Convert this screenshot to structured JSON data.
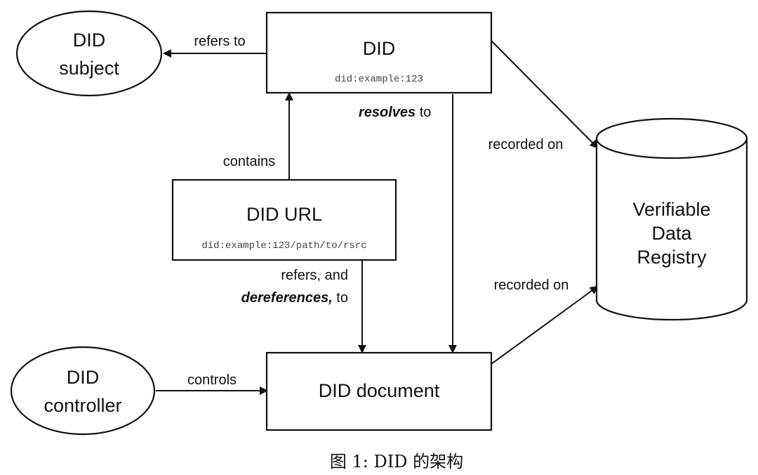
{
  "nodes": {
    "did_subject": {
      "line1": "DID",
      "line2": "subject"
    },
    "did": {
      "title": "DID",
      "example": "did:example:123"
    },
    "did_url": {
      "title": "DID URL",
      "example": "did:example:123/path/to/rsrc"
    },
    "did_document": {
      "title": "DID document"
    },
    "did_controller": {
      "line1": "DID",
      "line2": "controller"
    },
    "registry": {
      "line1": "Verifiable",
      "line2": "Data",
      "line3": "Registry"
    }
  },
  "edges": {
    "refers_to": "refers to",
    "resolves_strong": "resolves",
    "resolves_rest": " to",
    "contains": "contains",
    "recorded_on_top": "recorded on",
    "recorded_on_bottom": "recorded on",
    "refers_and": "refers, and",
    "dereferences_strong": "dereferences,",
    "dereferences_rest": " to",
    "controls": "controls"
  },
  "caption": "图 1: DID 的架构"
}
